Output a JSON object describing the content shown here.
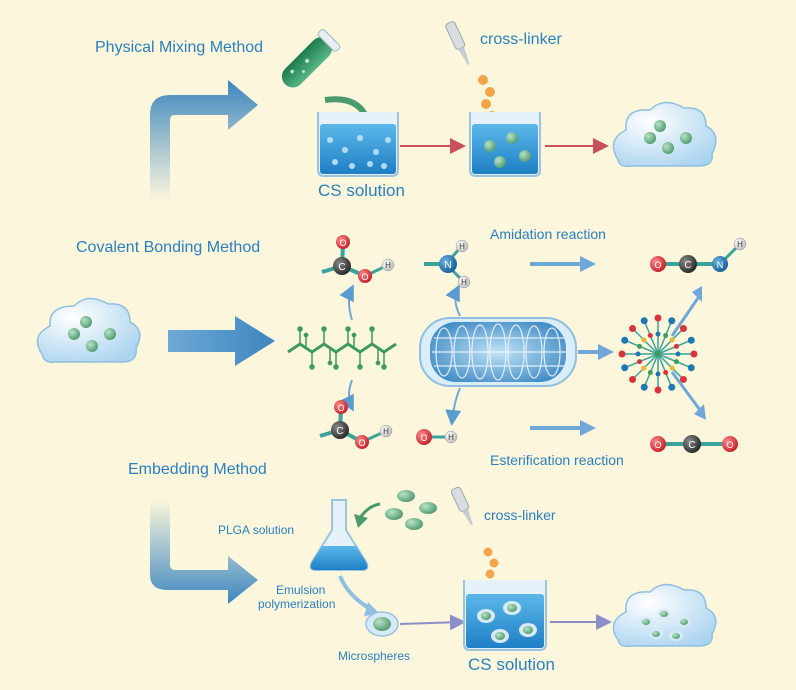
{
  "sections": {
    "physical": {
      "title": "Physical Mixing Method",
      "beaker_label": "CS solution",
      "crosslinker_label": "cross-linker"
    },
    "covalent": {
      "title": "Covalent Bonding Method",
      "amidation_label": "Amidation reaction",
      "esterification_label": "Esterification reaction",
      "atoms": {
        "carbon": "C",
        "oxygen": "O",
        "hydrogen": "H",
        "nitrogen": "N"
      }
    },
    "embedding": {
      "title": "Embedding Method",
      "plga_label": "PLGA solution",
      "emulsion_label_line1": "Emulsion",
      "emulsion_label_line2": "polymerization",
      "microspheres_label": "Microspheres",
      "crosslinker_label": "cross-linker",
      "beaker_label": "CS solution"
    }
  },
  "colors": {
    "background": "#fbf6dc",
    "text_blue": "#2c7fbf",
    "arrow_blue": "#3d86bf",
    "liquid_blue": "#3a9ad8",
    "bead_green": "#6fb58f",
    "oxygen_red": "#d9333b",
    "carbon_dark": "#3a3a3a",
    "nitrogen_blue": "#1f78b4",
    "droplet_orange": "#f2a54a",
    "red_arrow": "#c9525a"
  },
  "icons": [
    "pipette-icon",
    "test-tube-icon",
    "beaker-icon",
    "flask-icon",
    "hydrogel-cloud-icon",
    "nanofiber-scaffold-icon",
    "polymer-chain-icon",
    "dendrimer-icon"
  ]
}
